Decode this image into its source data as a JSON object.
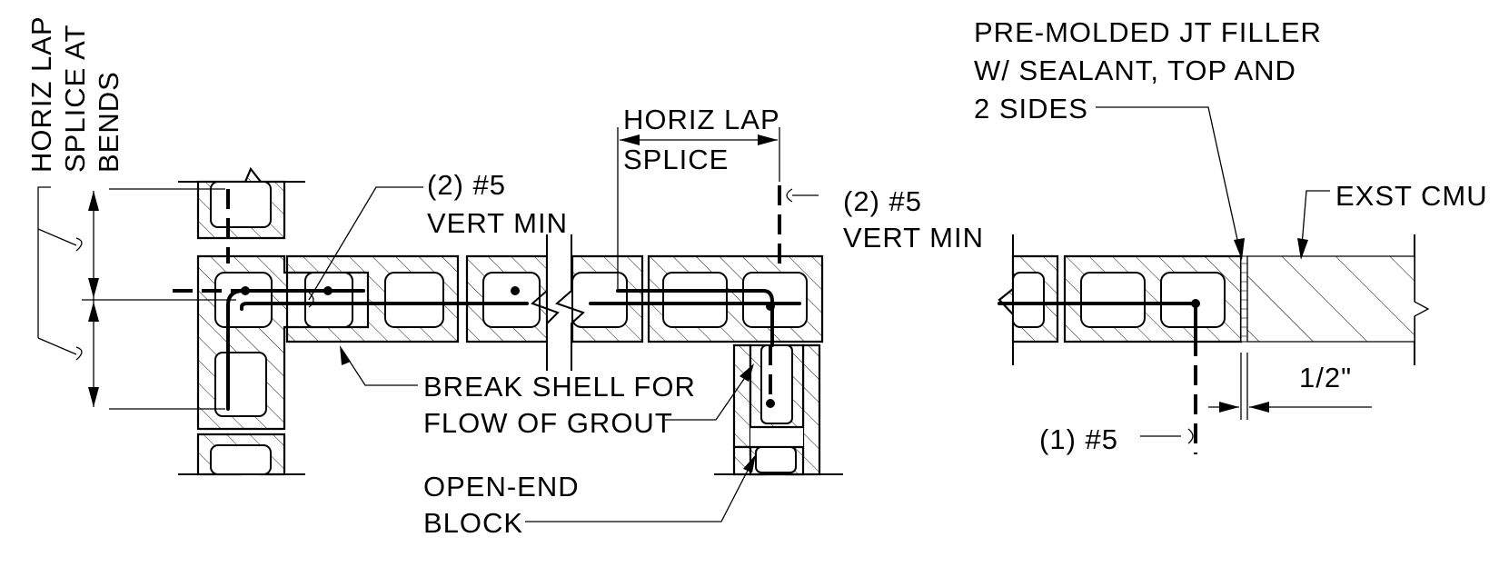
{
  "notes": {
    "horiz_lap_bends": [
      "HORIZ LAP",
      "SPLICE AT",
      "BENDS"
    ],
    "vert_min_left": [
      "(2) #5",
      "VERT MIN"
    ],
    "horiz_lap_splice": [
      "HORIZ LAP",
      "SPLICE"
    ],
    "vert_min_right": [
      "(2) #5",
      "VERT MIN"
    ],
    "break_shell": [
      "BREAK SHELL FOR",
      "FLOW OF GROUT"
    ],
    "open_end": [
      "OPEN-END",
      "BLOCK"
    ],
    "joint_filler": [
      "PRE-MOLDED JT FILLER",
      "W/ SEALANT, TOP AND",
      "2 SIDES"
    ],
    "exst_cmu": "EXST CMU",
    "gap_dim": "1/2\"",
    "bar_one": "(1) #5"
  }
}
